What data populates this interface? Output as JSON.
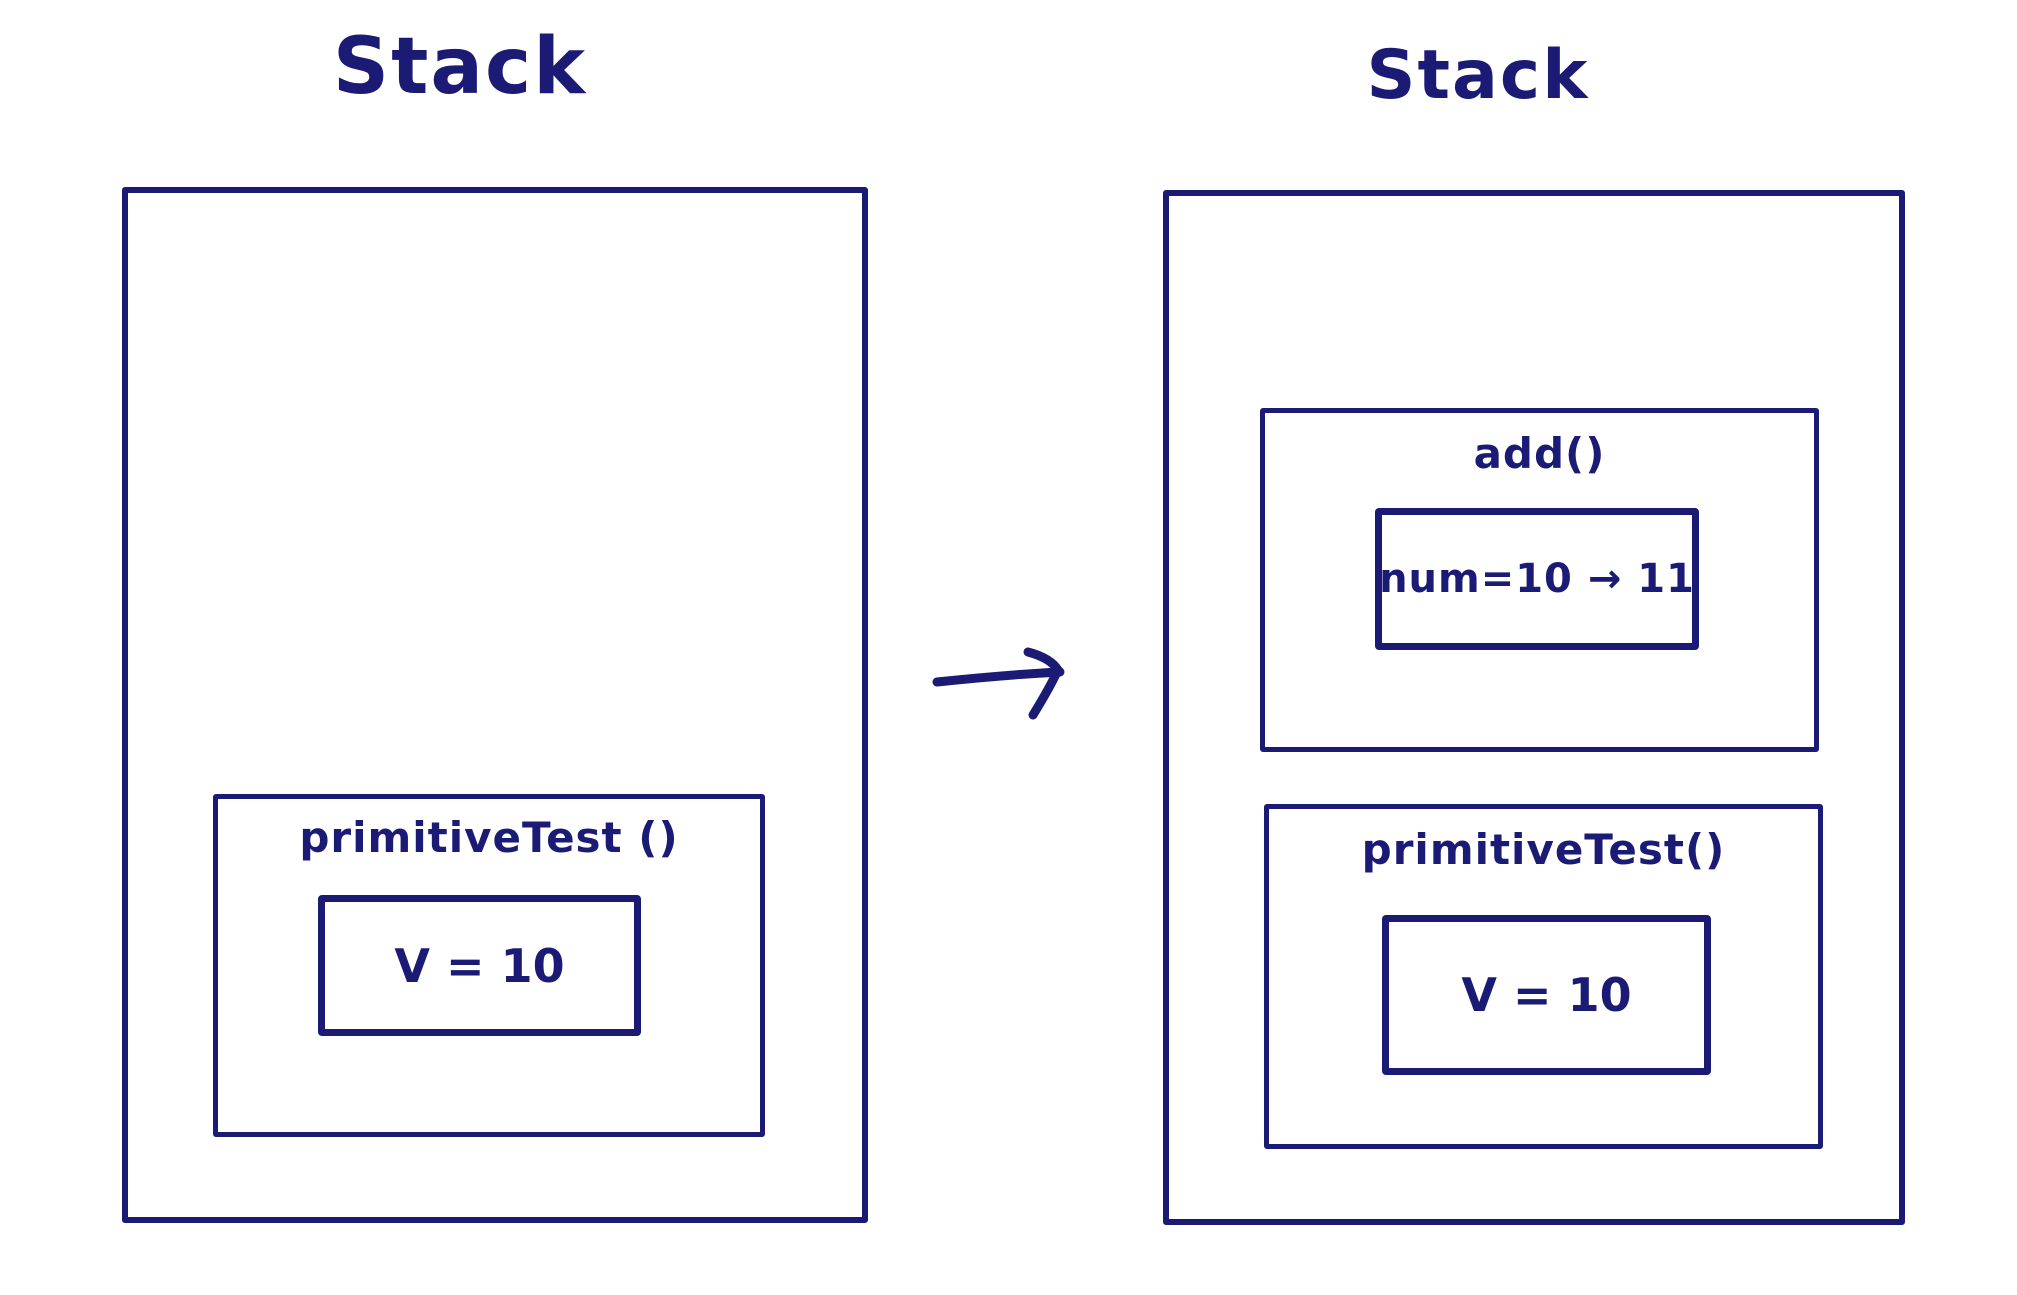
{
  "colors": {
    "ink": "#1b1b76",
    "background": "#ffffff"
  },
  "left_stack": {
    "title": "Stack",
    "frames": [
      {
        "label": "primitiveTest ()",
        "vars": [
          {
            "text": "V = 10"
          }
        ]
      }
    ]
  },
  "right_stack": {
    "title": "Stack",
    "frames": [
      {
        "label": "add()",
        "vars": [
          {
            "text": "num=10 → 11"
          }
        ]
      },
      {
        "label": "primitiveTest()",
        "vars": [
          {
            "text": "V = 10"
          }
        ]
      }
    ]
  }
}
